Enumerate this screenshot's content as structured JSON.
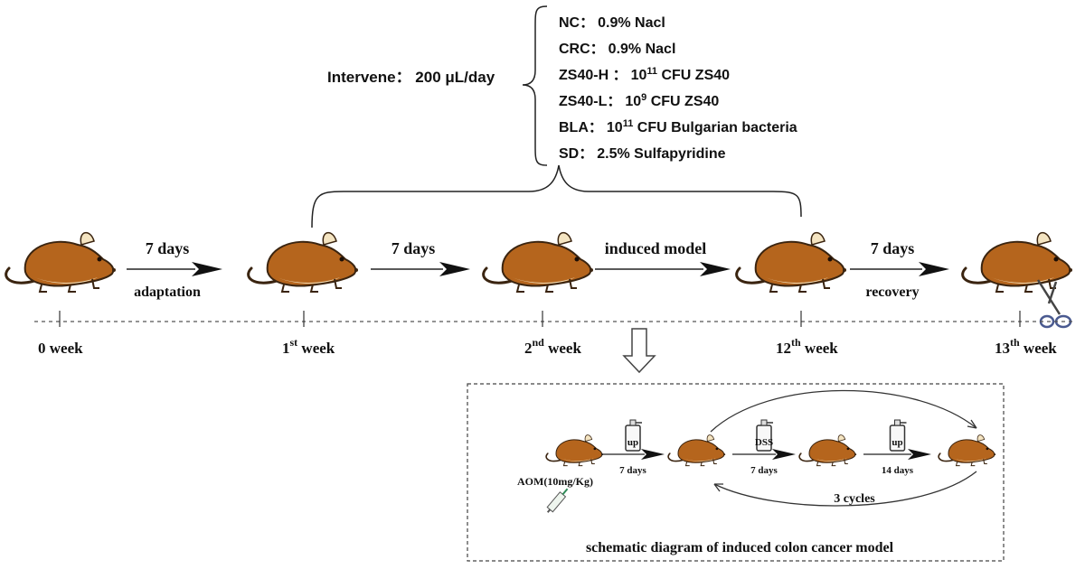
{
  "intervene": {
    "label": "Intervene： 200 μL/day",
    "groups": [
      {
        "name": "NC：",
        "pre": "0.9% Nacl",
        "sup": "",
        "post": ""
      },
      {
        "name": "CRC：",
        "pre": "0.9% Nacl",
        "sup": "",
        "post": ""
      },
      {
        "name": "ZS40-H ：",
        "pre": "10",
        "sup": "11",
        "post": " CFU ZS40"
      },
      {
        "name": "ZS40-L：",
        "pre": "10",
        "sup": "9",
        "post": " CFU ZS40"
      },
      {
        "name": "BLA：",
        "pre": "10",
        "sup": "11",
        "post": " CFU Bulgarian bacteria"
      },
      {
        "name": "SD：",
        "pre": "2.5% Sulfapyridine",
        "sup": "",
        "post": ""
      }
    ]
  },
  "timeline": {
    "arrows": [
      {
        "top": "7 days",
        "bottom": "adaptation"
      },
      {
        "top": "7 days",
        "bottom": ""
      },
      {
        "top": "induced model",
        "bottom": ""
      },
      {
        "top": "7 days",
        "bottom": "recovery"
      }
    ],
    "weeks": [
      {
        "num": "0",
        "sup": "",
        "label": " week"
      },
      {
        "num": "1",
        "sup": "st",
        "label": " week"
      },
      {
        "num": "2",
        "sup": "nd",
        "label": " week"
      },
      {
        "num": "12",
        "sup": "th",
        "label": " week"
      },
      {
        "num": "13",
        "sup": "th",
        "label": " week"
      }
    ]
  },
  "schematic": {
    "title": "schematic diagram of induced colon cancer model",
    "aom": "AOM(10mg/Kg)",
    "steps": [
      {
        "bottle": "up",
        "days": "7 days"
      },
      {
        "bottle": "DSS",
        "days": "7 days"
      },
      {
        "bottle": "up",
        "days": "14 days"
      }
    ],
    "cycles": "3 cycles"
  },
  "colors": {
    "mouse_body": "#b5651d",
    "mouse_belly": "#f4e4c1",
    "mouse_outline": "#3a2410",
    "line": "#222222",
    "dashed": "#555555"
  }
}
